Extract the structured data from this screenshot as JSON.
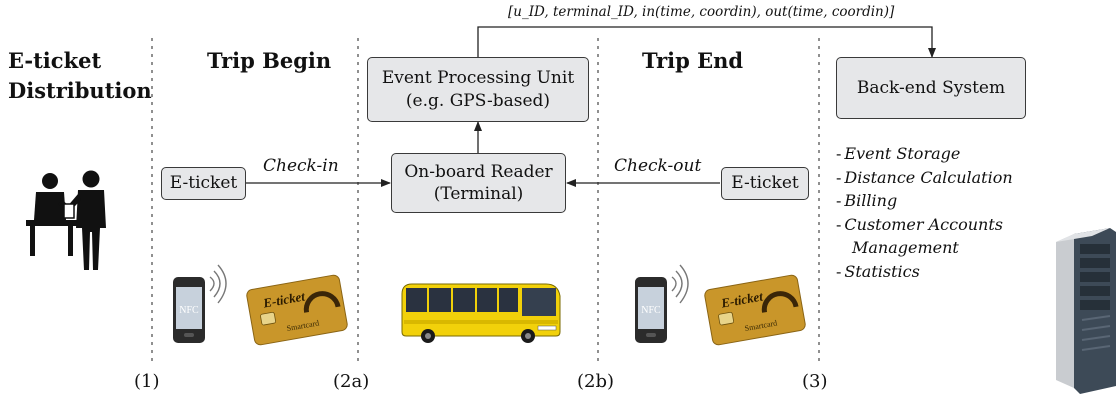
{
  "message_format": "[u_ID, terminal_ID, in(time, coordin), out(time, coordin)]",
  "headings": {
    "distribution_line1": "E-ticket",
    "distribution_line2": "Distribution",
    "trip_begin": "Trip Begin",
    "trip_end": "Trip End"
  },
  "boxes": {
    "event_unit_line1": "Event Processing Unit",
    "event_unit_line2": "(e.g. GPS-based)",
    "backend": "Back-end System",
    "eticket_left": "E-ticket",
    "reader_line1": "On-board Reader",
    "reader_line2": "(Terminal)",
    "eticket_right": "E-ticket"
  },
  "edge_labels": {
    "check_in": "Check-in",
    "check_out": "Check-out"
  },
  "backend_tasks": [
    "Event Storage",
    "Distance Calculation",
    "Billing",
    "Customer Accounts",
    "Management",
    "Statistics"
  ],
  "steps": [
    "(1)",
    "(2a)",
    "(2b)",
    "(3)"
  ],
  "device_labels": {
    "phone": "NFC",
    "card_title": "E-ticket",
    "card_subtitle": "Smartcard"
  },
  "colors": {
    "box_fill": "#e6e7e9",
    "card_gold": "#c9962a",
    "bus_yellow": "#f2d10a"
  }
}
